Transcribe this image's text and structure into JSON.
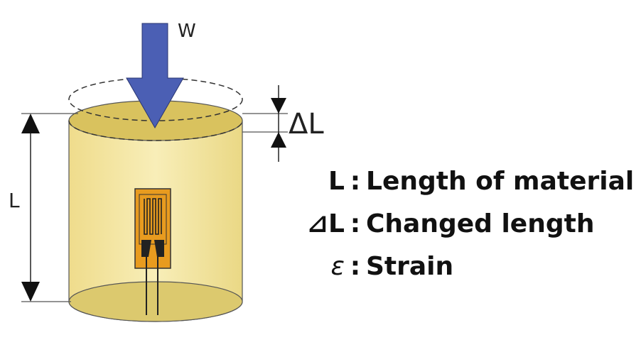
{
  "labels": {
    "force": "W",
    "delta_length": "ΔL",
    "length": "L"
  },
  "legend": [
    {
      "symbol": "L",
      "separator": ":",
      "text": "Length of material"
    },
    {
      "symbol": "⊿L",
      "separator": ":",
      "text": "Changed length"
    },
    {
      "symbol": "ε",
      "separator": ":",
      "text": "Strain"
    }
  ],
  "colors": {
    "cylinder_body": "#f3e6a2",
    "cylinder_top": "#d9c25e",
    "cylinder_bottom": "#dcc96e",
    "arrow": "#4b5fb4",
    "gauge": "#e89b1f",
    "stroke": "#444444"
  }
}
